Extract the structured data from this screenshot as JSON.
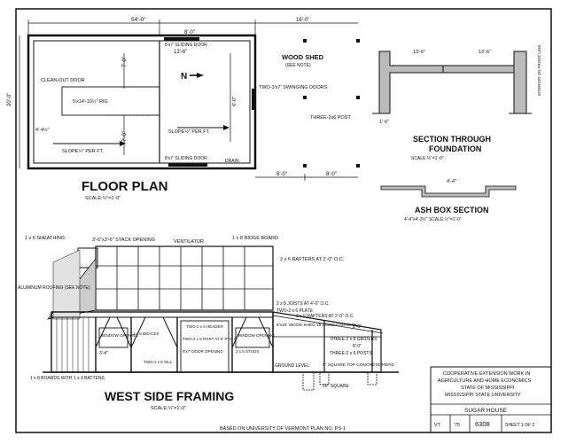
{
  "floor_plan": {
    "title": "FLOOR PLAN",
    "scale": "SCALE:¼\"=1'-0\"",
    "dims": {
      "overall_width": "54'-0\"",
      "top_right": "8'-0\"",
      "height_left": "20'-0\"",
      "seven_top": "7'-0\"",
      "seven_bottom": "7'-0\"",
      "four_left": "4'-4½\"",
      "thirteen": "13'-6\"",
      "six_right": "6'-0\""
    },
    "labels": {
      "clean_out": "CLEAN-OUT DOOR",
      "rig": "5'x14'-10½\" RIG",
      "slope_left": "SLOPE½\" PER FT.",
      "slope_right": "SLOPE½\" PER FT.",
      "sliding_top": "8'x7' SLIDING DOOR",
      "sliding_bottom": "8'x7' SLIDING DOOR",
      "drain": "DRAIN",
      "north": "N",
      "swinging": "TWO-3'x7' SWINGING DOORS"
    }
  },
  "wood_shed": {
    "title": "WOOD SHED",
    "note": "(SEE NOTE)",
    "dim_top": "16'-0\"",
    "dim_b1": "8'-0\"",
    "dim_b2": "8'-0\"",
    "post": "THREE-2x6 POST"
  },
  "section": {
    "title_1": "SECTION THROUGH",
    "title_2": "FOUNDATION",
    "scale": "SCALE:½\"=1'-0\"",
    "dim_a": "13'-6\"",
    "dim_b": "13'-6\"",
    "dim_c": "1'-6\"",
    "side_note": "INTERIOR ON FRONT LINE"
  },
  "ash_box": {
    "title": "ASH BOX SECTION",
    "dim": "4'-4\"",
    "scale": "4'-4\"x4'-3½\"   SCALE:½\"=1'-0\""
  },
  "west_side": {
    "title": "WEST SIDE FRAMING",
    "scale": "SCALE:¼\"=1'-0\"",
    "labels": {
      "sheathing": "1 x 6 SHEATHING",
      "stack": "3'-6\"x3'-6\" STACK OPENING",
      "ventilator": "VENTILATOR",
      "ridge": "1 x 8 RIDGE BOARD",
      "rafters_top": "2 x 6 RAFTERS AT 2'-0\" O.C.",
      "aluminum": "ALUMINUM ROOFING (SEE NOTE)",
      "joists": "2 x 8 JOISTS AT 4'-0\" O.C.",
      "plate": "TWO-2 x 6 PLATE",
      "rafters_shed": "2 x 6 RAFTERS AT 2'-0\" O.C.",
      "shed_capacity": "8'x16' WOOD SHED 16 CORD CAPACITY",
      "window_left": "WINDOW OPENING",
      "braces": "2 x 6 BRACES",
      "header": "TWO-2 x 6 HEADER",
      "post": "TWO-2 x 6 POST AT 5'-0\" O.C.",
      "door": "8'x7' DOOR OPENING",
      "window_right": "WINDOW OPENING",
      "studs": "2 x 6 STUDS",
      "sill": "TWO-2 x 6 SILL",
      "ground": "GROUND LEVEL",
      "girders": "THREE-2 x 8 GIRDERS",
      "posts": "THREE-2 x 6 POSTS",
      "piers": "8\" SQUARE TOP CONCRETE PIERS",
      "square": "10\" SQUARE",
      "boards": "1 x 8 BOARDS WITH 1 x 3 BATTENS",
      "dim_34": "3'-4\"",
      "dim_8a": "8'-0\"",
      "dim_8b": "8'-0\""
    }
  },
  "title_block": {
    "line1": "COOPERATIVE EXTENSION WORK IN",
    "line2": "AGRICULTURE AND HOME ECONOMICS",
    "line3": "STATE OF MISSISSIPPI",
    "line4": "MISSISSIPPI STATE UNIVERSITY",
    "drawing_title": "SUGAR HOUSE",
    "state": "VT.",
    "year": "'75",
    "plan_no": "6308",
    "sheet": "SHEET 1 OF 2"
  },
  "footer": "BASED ON UNIVERSITY OF VERMONT PLAN NO. PS-1"
}
